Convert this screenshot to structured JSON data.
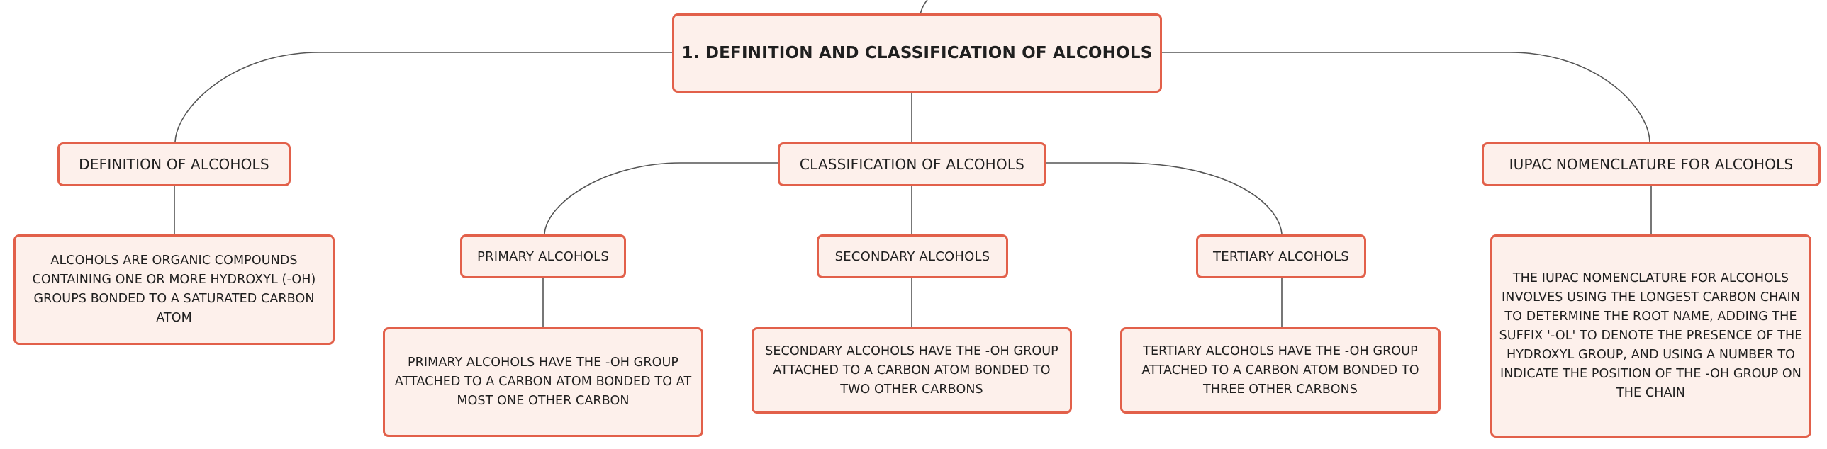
{
  "root": {
    "label": "1. DEFINITION AND CLASSIFICATION OF ALCOHOLS"
  },
  "definition": {
    "label": "DEFINITION OF ALCOHOLS",
    "text": "ALCOHOLS ARE ORGANIC COMPOUNDS CONTAINING ONE OR MORE HYDROXYL (-OH) GROUPS BONDED TO A SATURATED CARBON ATOM"
  },
  "classification": {
    "label": "CLASSIFICATION OF ALCOHOLS",
    "primary": {
      "label": "PRIMARY ALCOHOLS",
      "text": "PRIMARY ALCOHOLS HAVE THE -OH GROUP ATTACHED TO A CARBON ATOM BONDED TO AT MOST ONE OTHER CARBON"
    },
    "secondary": {
      "label": "SECONDARY ALCOHOLS",
      "text": "SECONDARY ALCOHOLS HAVE THE -OH GROUP ATTACHED TO A CARBON ATOM BONDED TO TWO OTHER CARBONS"
    },
    "tertiary": {
      "label": "TERTIARY ALCOHOLS",
      "text": "TERTIARY ALCOHOLS HAVE THE -OH GROUP ATTACHED TO A CARBON ATOM BONDED TO THREE OTHER CARBONS"
    }
  },
  "iupac": {
    "label": "IUPAC NOMENCLATURE FOR ALCOHOLS",
    "text": "THE IUPAC NOMENCLATURE FOR ALCOHOLS INVOLVES USING THE LONGEST CARBON CHAIN TO DETERMINE THE ROOT NAME, ADDING THE SUFFIX '-OL' TO DENOTE THE PRESENCE OF THE HYDROXYL GROUP, AND USING A NUMBER TO INDICATE THE POSITION OF THE -OH GROUP ON THE CHAIN"
  },
  "colors": {
    "node_border": "#e2604a",
    "node_fill": "#fdf0eb",
    "connector": "#555555"
  }
}
